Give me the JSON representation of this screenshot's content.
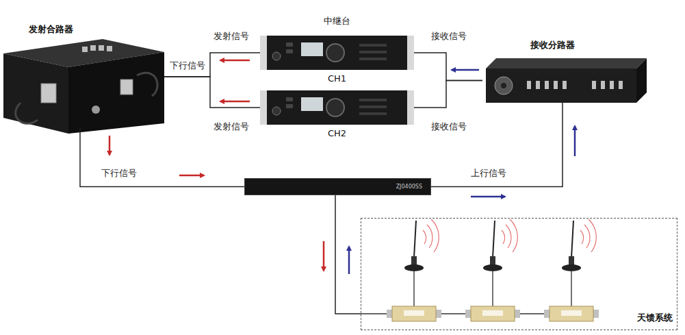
{
  "diagram": {
    "nodes": [
      {
        "text": [
          "发射合路器"
        ]
      },
      {
        "text": [
          "中继台",
          "CH1"
        ]
      },
      {
        "text": [
          "CH2"
        ]
      },
      {
        "text": [
          "接收分路器"
        ]
      },
      {
        "text": [
          "ZJ0400SS"
        ]
      },
      {
        "text": [
          "天馈系统"
        ]
      }
    ],
    "edges": [
      {
        "from": 0,
        "to": 1,
        "arrow": "none"
      },
      {
        "from": 0,
        "to": 2,
        "arrow": "none"
      },
      {
        "from": 3,
        "to": 1,
        "arrow": "none"
      },
      {
        "from": 3,
        "to": 2,
        "arrow": "none"
      },
      {
        "from": 0,
        "to": 4,
        "arrow": "none"
      },
      {
        "from": 4,
        "to": 3,
        "arrow": "none"
      },
      {
        "from": 4,
        "to": 5,
        "arrow": "none"
      }
    ],
    "labels": [
      "发射信号",
      "接收信号",
      "下行信号",
      "发射信号",
      "接收信号",
      "下行信号",
      "上行信号"
    ]
  }
}
